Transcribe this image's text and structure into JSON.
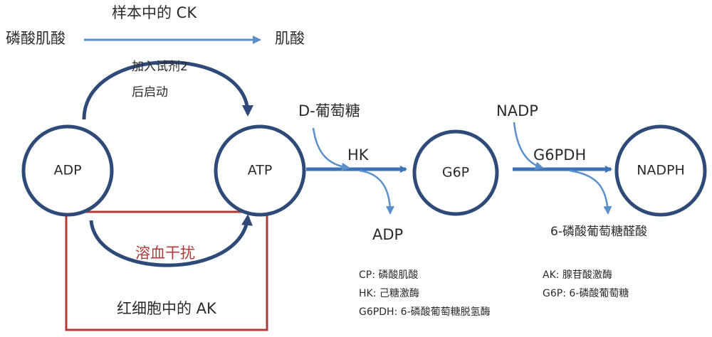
{
  "colors": {
    "circle_stroke": "#2f4a78",
    "arrow": "#3a73b8",
    "thin_arrow": "#5b8fca",
    "highlight_box": "#b03a3a",
    "highlight_text": "#b03a3a",
    "text": "#2b2b2b"
  },
  "top": {
    "reaction_label": "样本中的 CK",
    "substrate": "磷酸肌酸",
    "product": "肌酸",
    "condition_line1": "加入试剂2",
    "condition_line2": "后启动"
  },
  "nodes": {
    "adp": "ADP",
    "atp": "ATP",
    "g6p": "G6P",
    "nadph": "NADPH"
  },
  "interference": {
    "label": "溶血干扰",
    "source": "红细胞中的 AK"
  },
  "step2": {
    "input": "D-葡萄糖",
    "enzyme": "HK",
    "output": "ADP"
  },
  "step3": {
    "input": "NADP",
    "enzyme": "G6PDH",
    "output": "6-磷酸葡萄糖醛酸"
  },
  "legend": {
    "cp": "CP: 磷酸肌酸",
    "hk": "HK: 己糖激酶",
    "g6pdh": "G6PDH: 6-磷酸葡萄糖脱氢酶",
    "ak": "AK: 腺苷酸激酶",
    "g6p": "G6P: 6-磷酸葡萄糖"
  }
}
